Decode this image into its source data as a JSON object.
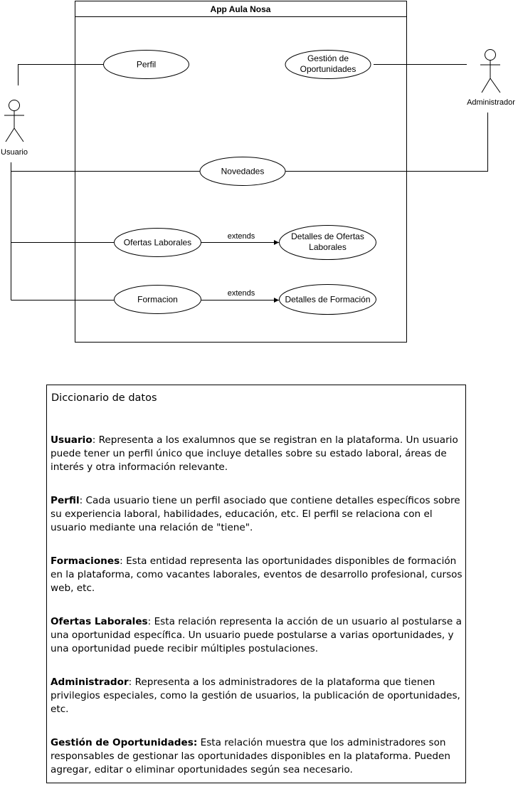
{
  "diagram": {
    "system_title": "App Aula Nosa",
    "actors": {
      "usuario": "Usuario",
      "administrador": "Administrador"
    },
    "use_cases": {
      "perfil": "Perfil",
      "gestion_line1": "Gestión de",
      "gestion_line2": "Oportunidades",
      "novedades": "Novedades",
      "ofertas": "Ofertas Laborales",
      "detalles_ofertas_line1": "Detalles de Ofertas",
      "detalles_ofertas_line2": "Laborales",
      "formacion": "Formacion",
      "detalles_formacion": "Detalles de Formación"
    },
    "relations": {
      "extends_ofertas": "extends",
      "extends_formacion": "extends"
    }
  },
  "dictionary": {
    "title": "Diccionario de datos",
    "entries": [
      {
        "term": "Usuario",
        "sep": ":",
        "text": " Representa a los exalumnos que se registran en la plataforma. Un usuario puede tener un perfil único que incluye detalles sobre su estado laboral, áreas de interés y otra información relevante."
      },
      {
        "term": "Perfil",
        "sep": ":",
        "text": " Cada usuario tiene un perfil asociado que contiene detalles específicos sobre su experiencia laboral, habilidades, educación, etc. El perfil se relaciona con el usuario mediante una relación de \"tiene\"."
      },
      {
        "term": "Formaciones",
        "sep": ":",
        "text": " Esta entidad representa las oportunidades disponibles de formación en la plataforma, como vacantes laborales, eventos de desarrollo profesional, cursos web, etc."
      },
      {
        "term": "Ofertas Laborales",
        "sep": ":",
        "text": " Esta relación representa la acción de un usuario al postularse a una oportunidad específica. Un usuario puede postularse a varias oportunidades, y una oportunidad puede recibir múltiples postulaciones."
      },
      {
        "term": "Administrador",
        "sep": ":",
        "text": " Representa a los administradores de la plataforma que tienen privilegios especiales, como la gestión de usuarios, la publicación de oportunidades, etc."
      },
      {
        "term": "Gestión de Oportunidades",
        "sep": ":",
        "text": " Esta relación muestra que los administradores son responsables de gestionar las oportunidades disponibles en la plataforma. Pueden agregar, editar o eliminar oportunidades según sea necesario."
      }
    ]
  }
}
